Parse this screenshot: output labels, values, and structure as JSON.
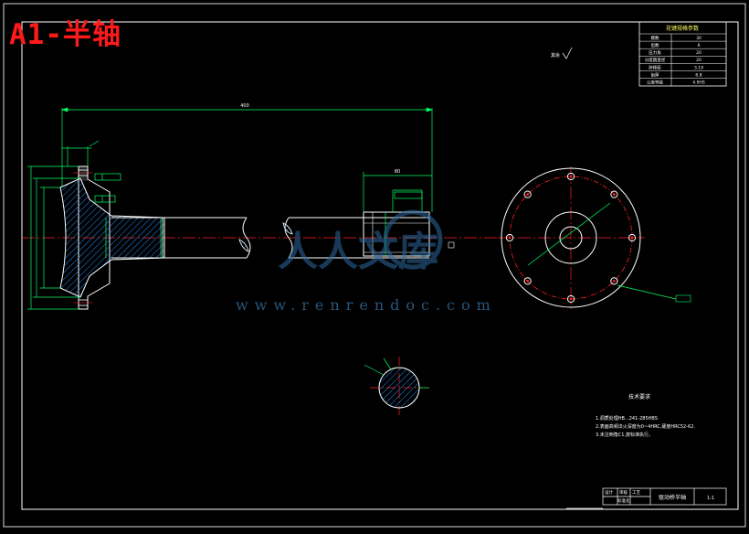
{
  "title": "A1-半轴",
  "watermark": {
    "brand": "人人文库",
    "url": "www.renrendoc.com"
  },
  "param_table": {
    "heading": "花键规格参数",
    "rows": [
      [
        "模数",
        "30"
      ],
      [
        "齿数",
        "6"
      ],
      [
        "压力角",
        "20"
      ],
      [
        "分度圆直径",
        "20"
      ],
      [
        "跨棒距",
        "3.19"
      ],
      [
        "齿厚",
        "6.8"
      ],
      [
        "公差等级",
        "4.9HS"
      ]
    ]
  },
  "dimensions": {
    "overall_length": "400",
    "spline_length": "80",
    "roughness_note": "其余"
  },
  "technical_requirements": {
    "heading": "技术要求",
    "items": [
      "1.调质处理HB...241-285HBS",
      "2.表面高频淬火深度为0~4HRC,硬度HRC52-62.",
      "3.未注倒角C1,按标准执行。"
    ]
  },
  "title_block": {
    "name": "驱动桥半轴",
    "scale": "1:1",
    "labels": [
      "设计",
      "审核",
      "工艺",
      "标准化"
    ]
  }
}
